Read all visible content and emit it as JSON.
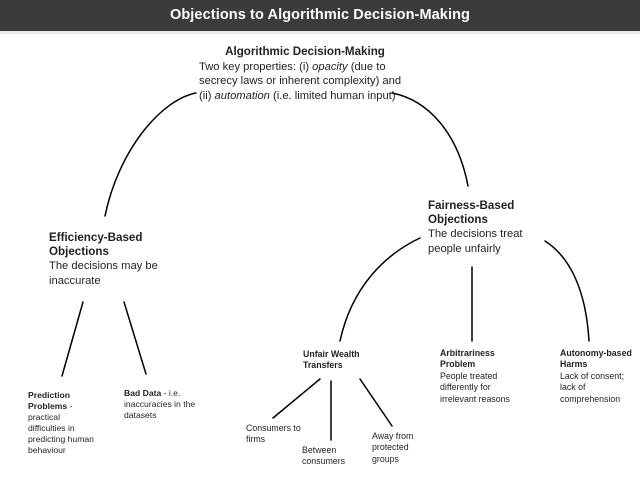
{
  "header": {
    "title": "Objections to Algorithmic Decision-Making",
    "background": "#3b3b3b",
    "text_color": "#ffffff"
  },
  "diagram": {
    "line_color": "#000000",
    "text_color": "#231f20",
    "root": {
      "title": "Algorithmic Decision-Making",
      "body_part1": "Two key properties: (i) ",
      "italic1": "opacity",
      "body_part2": " (due to secrecy laws or inherent complexity) and (ii) ",
      "italic2": "automation",
      "body_part3": " (i.e. limited human input)"
    },
    "efficiency": {
      "title": "Efficiency-Based Objections",
      "body": "The decisions may be inaccurate"
    },
    "fairness": {
      "title": "Fairness-Based Objections",
      "body": "The decisions treat people unfairly"
    },
    "prediction": {
      "title": "Prediction Problems",
      "body": " - practical difficulties in predicting human behaviour"
    },
    "bad_data": {
      "title": "Bad Data",
      "body": " - i.e. inaccuracies in the datasets"
    },
    "unfair_wealth": {
      "title": "Unfair Wealth Transfers",
      "body": ""
    },
    "arbitrariness": {
      "title": "Arbitrariness Problem",
      "body": "People treated differently for irrelevant reasons"
    },
    "autonomy": {
      "title": "Autonomy-based Harms",
      "body": "Lack of consent; lack of comprehension"
    },
    "consumers_to_firms": {
      "label": "Consumers to firms"
    },
    "between_consumers": {
      "label": "Between consumers"
    },
    "away_from_protected": {
      "label": "Away from protected groups"
    }
  }
}
